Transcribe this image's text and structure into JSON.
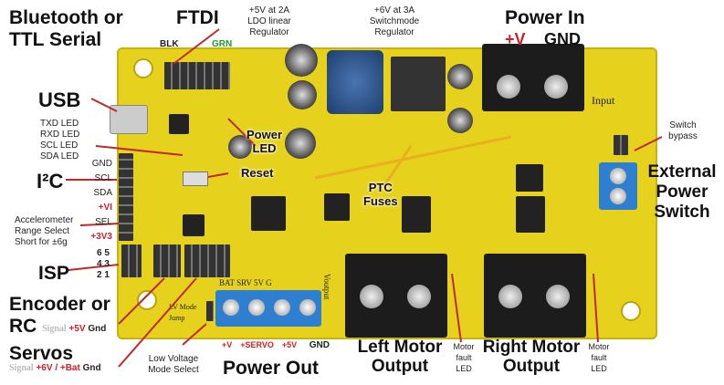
{
  "labels": {
    "bluetooth": "Bluetooth or",
    "ttl": "TTL Serial",
    "ftdi": "FTDI",
    "blk": "BLK",
    "grn": "GRN",
    "ldo": [
      "+5V at 2A",
      "LDO linear",
      "Regulator"
    ],
    "smps": [
      "+6V at 3A",
      "Switchmode",
      "Regulator"
    ],
    "power_in": "Power In",
    "pin_v": "+V",
    "pin_gnd": "GND",
    "usb": "USB",
    "leds": [
      "TXD LED",
      "RXD LED",
      "SCL LED",
      "SDA LED"
    ],
    "i2c": "I²C",
    "i2c_pins": [
      "GND",
      "SCL",
      "SDA",
      "+VI",
      "SEL",
      "+3V3"
    ],
    "accel": [
      "Accelerometer",
      "Range Select",
      "Short for ±6g"
    ],
    "isp": "ISP",
    "isp_pins": [
      "6 5",
      "4 3",
      "2 1"
    ],
    "encoder": "Encoder or",
    "rc": "RC",
    "rc_pins": {
      "signal": "Signal",
      "v": "+5V",
      "gnd": "Gnd"
    },
    "servos": "Servos",
    "servo_pins": {
      "signal": "Signal",
      "v": "+6V / +Bat",
      "gnd": "Gnd"
    },
    "lv": [
      "Low Voltage",
      "Mode Select"
    ],
    "pout_pins": [
      "+V",
      "+SERVO",
      "+5V",
      "GND"
    ],
    "power_out": "Power Out",
    "left_motor": [
      "Left Motor",
      "Output"
    ],
    "right_motor": [
      "Right Motor",
      "Output"
    ],
    "fault": [
      "Motor",
      "fault",
      "LED"
    ],
    "bypass": [
      "Switch",
      "bypass"
    ],
    "ext": [
      "External",
      "Power",
      "Switch"
    ],
    "power_led": [
      "Power",
      "LED"
    ],
    "reset": "Reset",
    "ptc": [
      "PTC",
      "Fuses"
    ],
    "silk": {
      "input": "Input",
      "bat": "BAT",
      "srv": "SRV",
      "v5": "5V",
      "g": "G",
      "voutput": "Voutput",
      "lvmode": "LV Mode Jump"
    }
  },
  "colors": {
    "board": "#e6d21c",
    "accent": "#d0202a",
    "arrow": "#c0282a"
  }
}
